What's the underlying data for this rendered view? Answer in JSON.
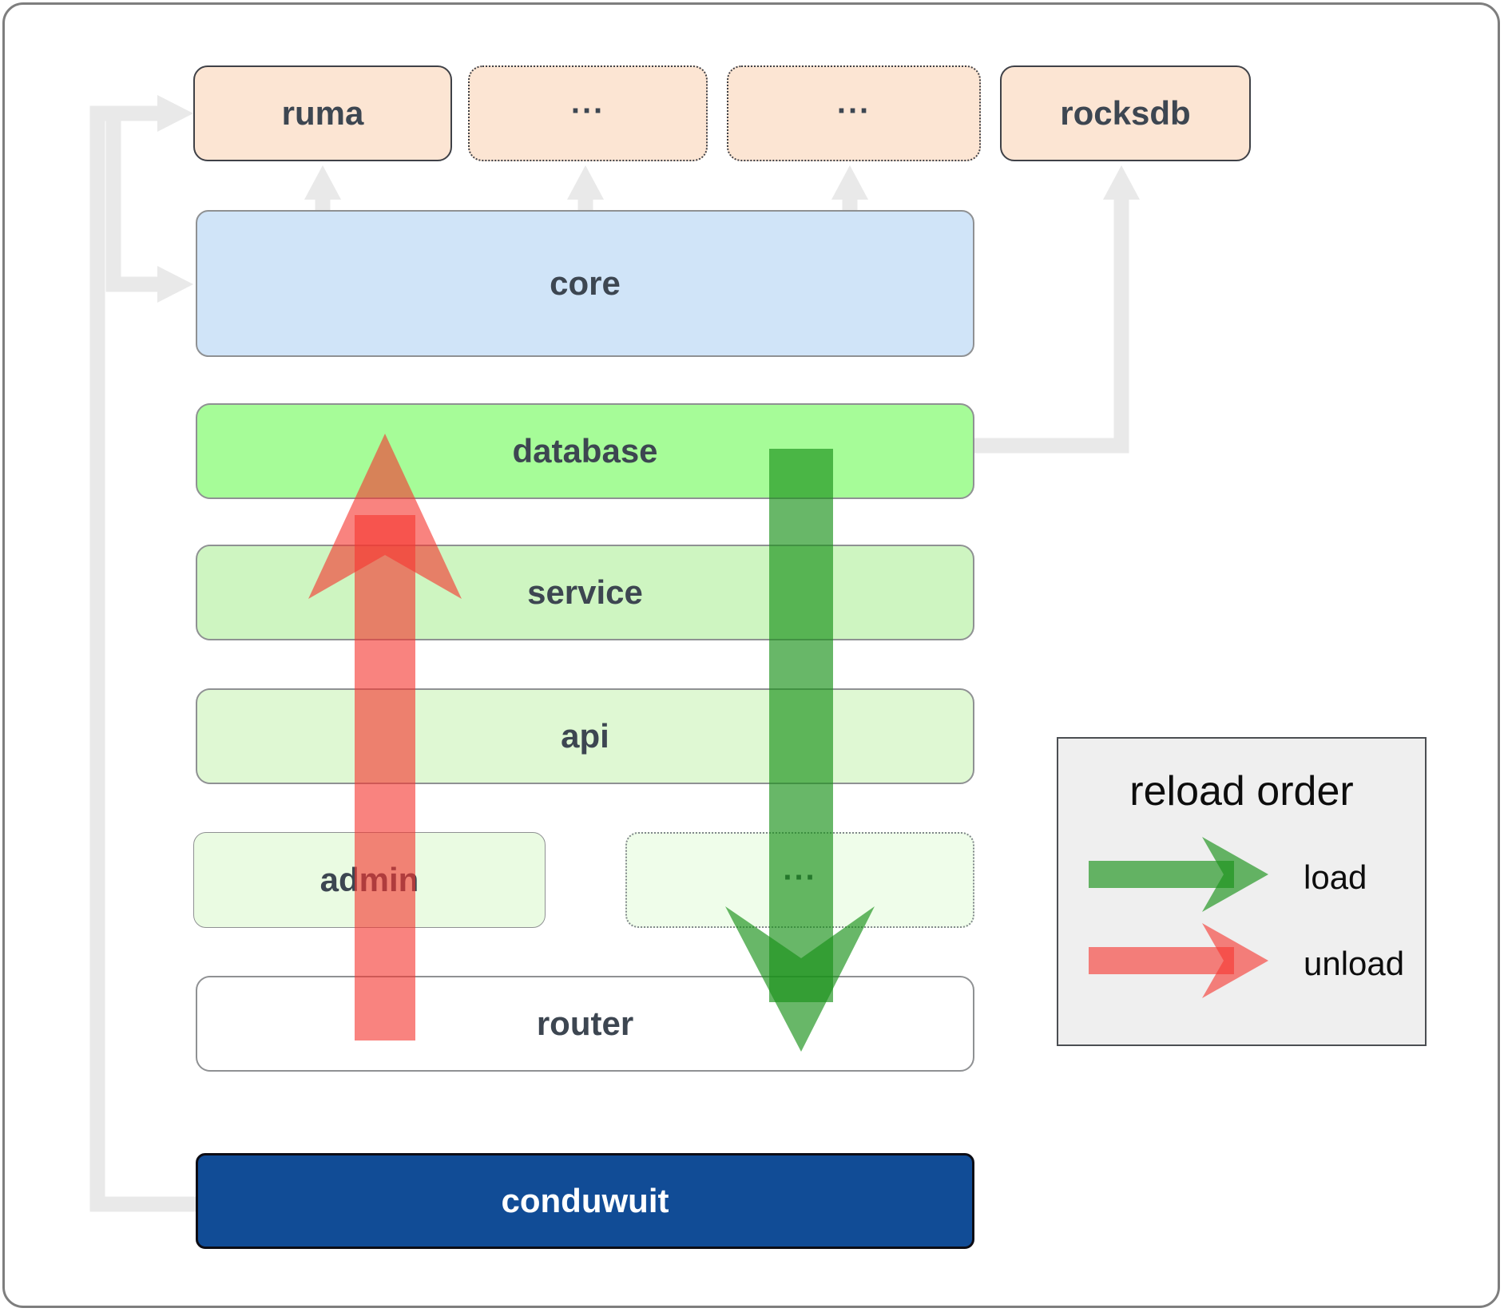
{
  "nodes": {
    "ruma": {
      "label": "ruma"
    },
    "dots_top_1": {
      "label": "..."
    },
    "dots_top_2": {
      "label": "..."
    },
    "rocksdb": {
      "label": "rocksdb"
    },
    "core": {
      "label": "core"
    },
    "database": {
      "label": "database"
    },
    "service": {
      "label": "service"
    },
    "api": {
      "label": "api"
    },
    "admin": {
      "label": "admin"
    },
    "dots_admin": {
      "label": "..."
    },
    "router": {
      "label": "router"
    },
    "conduwuit": {
      "label": "conduwuit"
    }
  },
  "legend": {
    "title": "reload order",
    "load_label": "load",
    "unload_label": "unload"
  },
  "colors": {
    "peach_fill": "#fce5d3",
    "core_fill": "#d0e4f8",
    "database_fill": "#a6fc98",
    "service_fill": "#cef5c1",
    "api_fill": "#dff8d3",
    "admin_fill": "#eafbe2",
    "admin_dots_fill": "#effdea",
    "router_fill": "#ffffff",
    "conduwuit_fill": "#114c96",
    "legend_fill": "#efefef",
    "connector_gray": "#e9e9e9",
    "load_green": "rgba(26,145,26,0.66)",
    "unload_red": "rgba(245,55,48,0.62)"
  }
}
